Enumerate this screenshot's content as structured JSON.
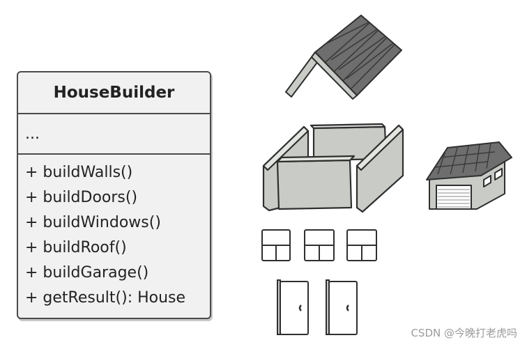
{
  "class_box": {
    "name": "HouseBuilder",
    "fields": "...",
    "methods": [
      "+ buildWalls()",
      "+ buildDoors()",
      "+ buildWindows()",
      "+ buildRoof()",
      "+ buildGarage()",
      "+ getResult(): House"
    ]
  },
  "illustration": {
    "parts": [
      "roof-icon",
      "walls-icon",
      "garage-icon",
      "window-icon",
      "door-icon"
    ],
    "colors": {
      "outline": "#2f2f2f",
      "wall_fill": "#c9ccc6",
      "roof_tile": "#6e6e6e",
      "roof_dark": "#444444",
      "paper": "#ffffff"
    }
  },
  "watermark": "CSDN @今晚打老虎吗"
}
